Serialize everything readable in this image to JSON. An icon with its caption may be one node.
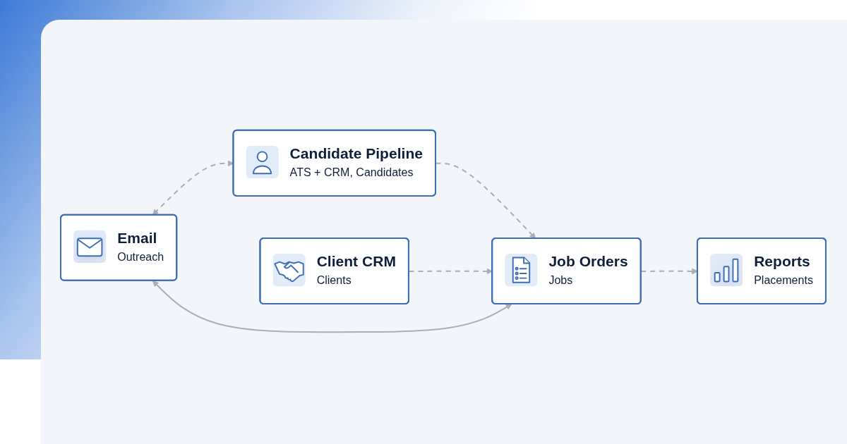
{
  "diagram": {
    "nodes": [
      {
        "text": [
          "Candidate Pipeline",
          "ATS + CRM, Candidates"
        ]
      },
      {
        "text": [
          "Client CRM",
          "Clients"
        ]
      },
      {
        "text": [
          "Email",
          "Outreach"
        ]
      },
      {
        "text": [
          "Job Orders",
          "Jobs"
        ]
      },
      {
        "text": [
          "Reports",
          "Placements"
        ]
      }
    ],
    "edges": [
      {
        "from": 2,
        "to": 0,
        "arrow": "both",
        "style": "dashed"
      },
      {
        "from": 0,
        "to": 3,
        "arrow": "to",
        "style": "dashed"
      },
      {
        "from": 1,
        "to": 3,
        "arrow": "to",
        "style": "dashed"
      },
      {
        "from": 2,
        "to": 3,
        "arrow": "both"
      },
      {
        "from": 3,
        "to": 4,
        "arrow": "to",
        "style": "dashed"
      }
    ]
  }
}
